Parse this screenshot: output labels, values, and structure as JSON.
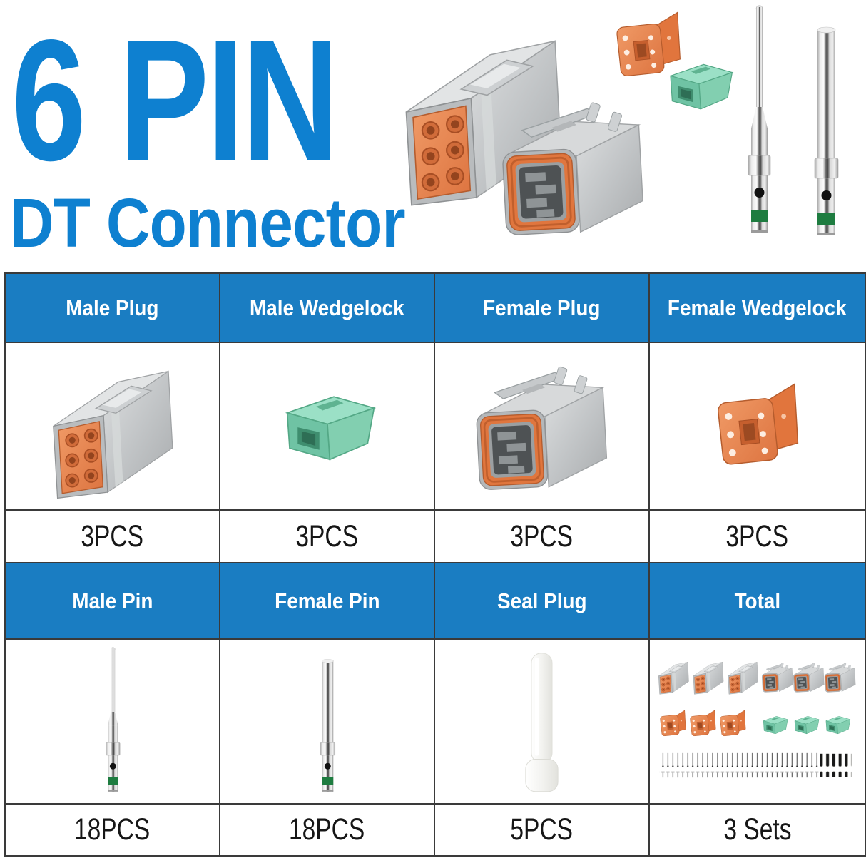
{
  "title": {
    "line1": "6 PIN",
    "line2": "DT Connector"
  },
  "colors": {
    "title_blue": "#0e80d0",
    "header_blue": "#1a7dc2",
    "table_border": "#3a3a3a",
    "connector_orange": "#e0763e",
    "wedgelock_green": "#7ecbb0",
    "housing_gray": "#c2c5c7",
    "pin_band_green": "#1e7c40"
  },
  "parts_table": {
    "headers_row1": [
      "Male Plug",
      "Male Wedgelock",
      "Female Plug",
      "Female Wedgelock"
    ],
    "images_row1": [
      "male-plug",
      "male-wedgelock",
      "female-plug",
      "female-wedgelock"
    ],
    "counts_row1": [
      "3PCS",
      "3PCS",
      "3PCS",
      "3PCS"
    ],
    "headers_row2": [
      "Male Pin",
      "Female Pin",
      "Seal Plug",
      "Total"
    ],
    "images_row2": [
      "male-pin",
      "female-pin",
      "seal-plug",
      "total-kit"
    ],
    "counts_row2": [
      "18PCS",
      "18PCS",
      "5PCS",
      "3 Sets"
    ]
  },
  "hero_images": [
    "male-plug",
    "female-plug",
    "female-wedgelock",
    "male-wedgelock",
    "male-pin",
    "female-pin"
  ]
}
